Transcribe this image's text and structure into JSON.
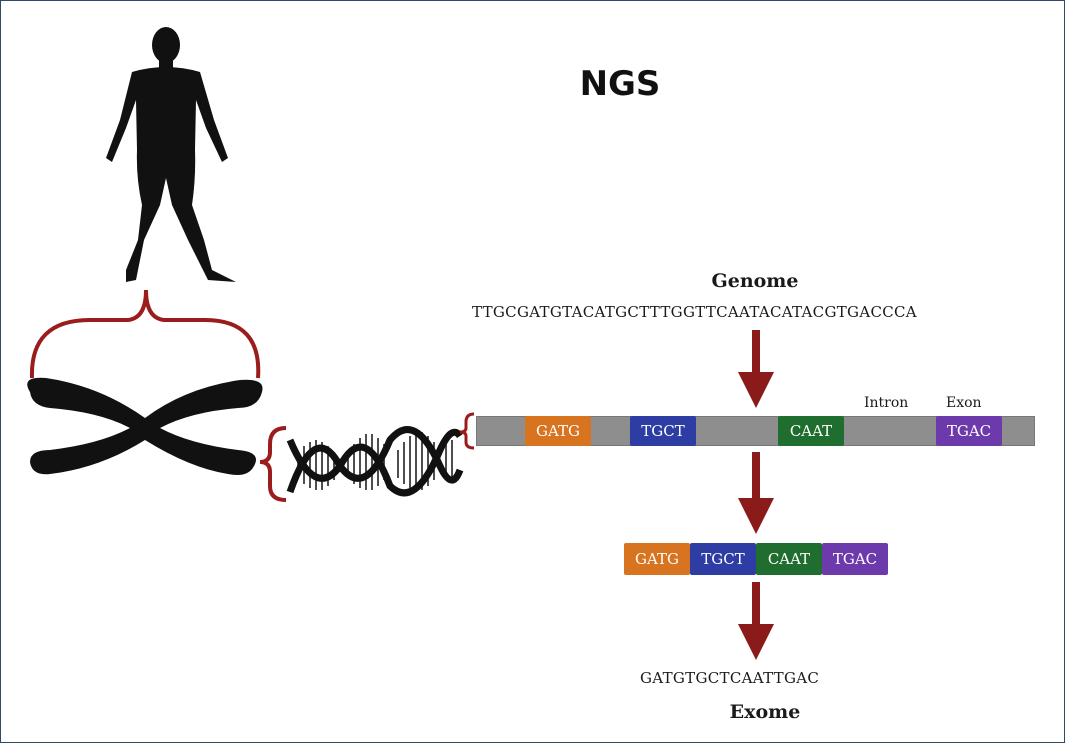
{
  "title": "NGS",
  "genome": {
    "label": "Genome",
    "sequence": "TTGCGATGTACATGCTTTGGTTCAATACATACGTGACCCA"
  },
  "gene_bar": {
    "intron_label": "Intron",
    "exon_label": "Exon",
    "exons": [
      "GATG",
      "TGCT",
      "CAAT",
      "TGAC"
    ]
  },
  "joined_exons": [
    "GATG",
    "TGCT",
    "CAAT",
    "TGAC"
  ],
  "exome": {
    "sequence": "GATGTGCTCAATTGAC",
    "label": "Exome"
  },
  "colors": {
    "orange": "#d8731f",
    "blue": "#2e3da4",
    "green": "#1f6e2f",
    "purple": "#6d3aab",
    "arrow_red": "#8b1a1a",
    "brace_red": "#9b1c1c"
  }
}
